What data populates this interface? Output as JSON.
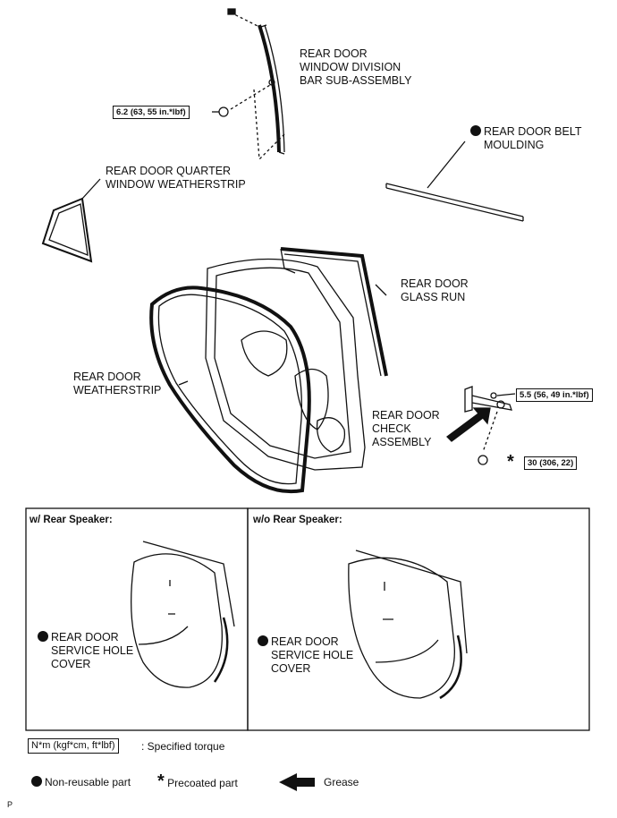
{
  "parts": {
    "division_bar": [
      "REAR DOOR",
      "WINDOW DIVISION",
      "BAR SUB-ASSEMBLY"
    ],
    "belt_moulding": [
      "REAR DOOR BELT",
      "MOULDING"
    ],
    "quarter_weatherstrip": [
      "REAR DOOR QUARTER",
      "WINDOW WEATHERSTRIP"
    ],
    "glass_run": [
      "REAR DOOR",
      "GLASS RUN"
    ],
    "weatherstrip": [
      "REAR DOOR",
      "WEATHERSTRIP"
    ],
    "check_assembly": [
      "REAR DOOR",
      "CHECK",
      "ASSEMBLY"
    ],
    "service_hole_cover": [
      "REAR DOOR",
      "SERVICE HOLE",
      "COVER"
    ]
  },
  "torques": {
    "division_bar": "6.2 (63, 55 in.*lbf)",
    "check_upper": "5.5 (56, 49 in.*lbf)",
    "check_lower": "30 (306, 22)"
  },
  "panels": {
    "with_speaker": "w/ Rear Speaker:",
    "without_speaker": "w/o Rear Speaker:"
  },
  "legend": {
    "torque_unit": "N*m (kgf*cm, ft*lbf)",
    "torque_desc": ": Specified torque",
    "non_reusable": "Non-reusable part",
    "star_symbol": "*",
    "precoated": "Precoated part",
    "grease": "Grease"
  },
  "corner_mark": "P"
}
